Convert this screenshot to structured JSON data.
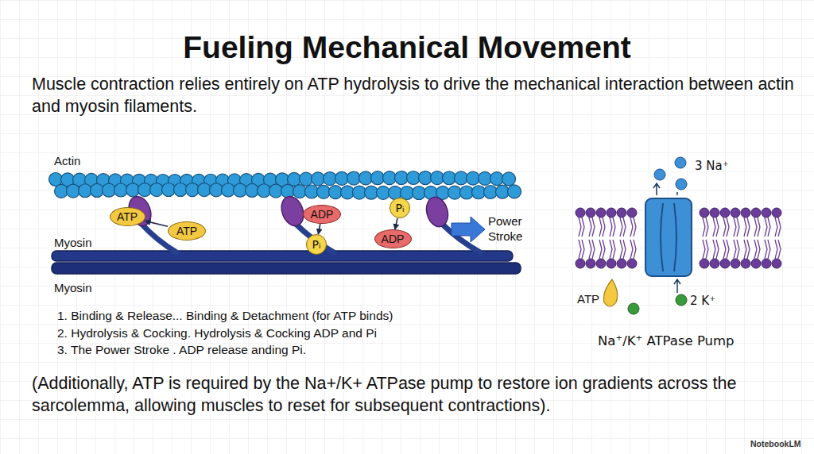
{
  "diagram": {
    "title": "Fueling Mechanical Movement",
    "nodes": [
      {
        "text": [
          "ATP"
        ]
      },
      {
        "text": [
          "ATP"
        ]
      },
      {
        "text": [
          "ADP"
        ]
      },
      {
        "text": [
          "Pᵢ"
        ]
      },
      {
        "text": [
          "Pᵢ"
        ]
      },
      {
        "text": [
          "ADP"
        ]
      }
    ],
    "edges": [
      {
        "from": 1,
        "to": 0,
        "arrow": "to"
      },
      {
        "from": 2,
        "to": 3,
        "arrow": "to"
      },
      {
        "from": 4,
        "to": 5,
        "arrow": "to"
      }
    ],
    "labels": [
      "Muscle contraction relies entirely on ATP hydrolysis to drive the mechanical interaction between actin and myosin filaments.",
      "Actin",
      "Myosin",
      "Myosin",
      "Power Stroke",
      "3 Na⁺",
      "ATP",
      "2 K⁺",
      "Na⁺/K⁺ ATPase Pump",
      "1. Binding & Release... Binding & Detachment (for ATP binds)",
      "2. Hydrolysis & Cocking. Hydrolysis & Cocking ADP and Pi",
      "3. The Power Stroke . ADP release anding Pi.",
      "(Additionally, ATP is required by the Na+/K+ ATPase pump to restore ion gradients across the sarcolemma, allowing muscles to reset for subsequent contractions).",
      "NotebookLM"
    ]
  }
}
